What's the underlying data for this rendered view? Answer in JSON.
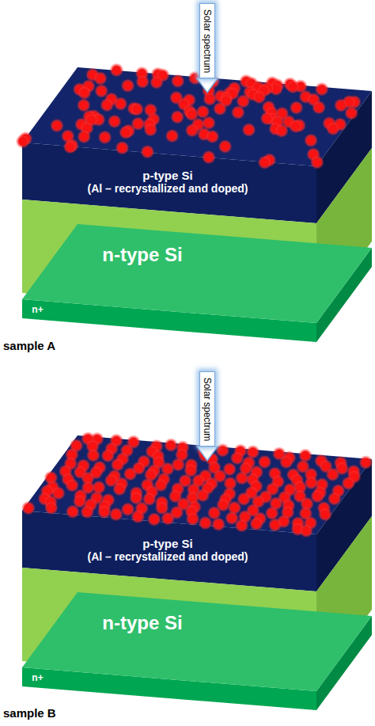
{
  "diagram": {
    "nodes": [
      {
        "text": [
          "Solar spectrum"
        ]
      },
      {
        "text": [
          "p-type Si",
          "(Al – recrystallized and doped)"
        ]
      },
      {
        "text": [
          "n-type Si"
        ]
      },
      {
        "text": [
          "n+"
        ]
      },
      {
        "text": [
          "Solar spectrum"
        ]
      },
      {
        "text": [
          "p-type Si",
          "(Al – recrystallized and doped)"
        ]
      },
      {
        "text": [
          "n-type Si"
        ]
      },
      {
        "text": [
          "n+"
        ]
      }
    ],
    "labels": [
      "sample A",
      "sample B"
    ]
  }
}
